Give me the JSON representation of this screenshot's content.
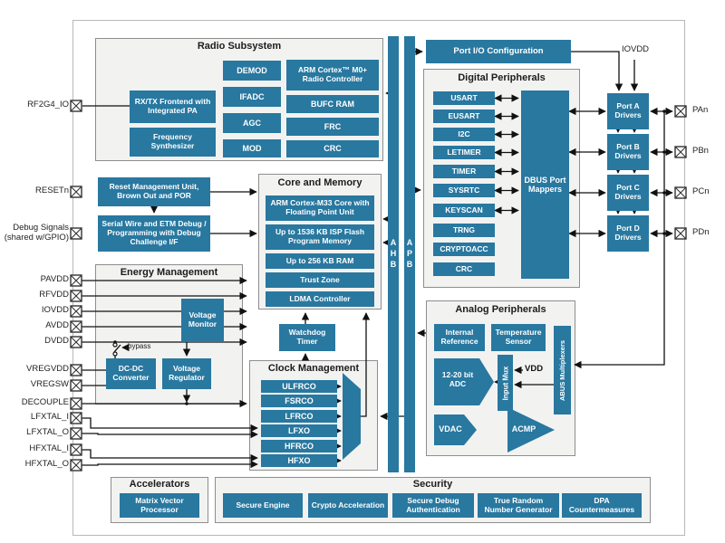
{
  "colors": {
    "accent": "#2878a0",
    "section_fill": "#f2f2f1",
    "section_border": "#8e8e8e",
    "chip_border": "#b8b8b8",
    "line": "#111111"
  },
  "radio": {
    "title": "Radio Subsystem",
    "rxtx": "RX/TX Frontend with Integrated PA",
    "freq_synth": "Frequency Synthesizer",
    "demod": "DEMOD",
    "ifadc": "IFADC",
    "agc": "AGC",
    "mod": "MOD",
    "radio_ctrl": "ARM Cortex™ M0+ Radio Controller",
    "bufc": "BUFC RAM",
    "frc": "FRC",
    "crc": "CRC"
  },
  "reset": {
    "rmu": "Reset Management Unit, Brown Out and POR",
    "debug": "Serial Wire and ETM Debug / Programming with Debug Challenge I/F"
  },
  "core": {
    "title": "Core and Memory",
    "cpu": "ARM Cortex-M33 Core with Floating Point Unit",
    "flash": "Up to 1536 KB ISP Flash Program Memory",
    "ram": "Up to 256 KB RAM",
    "trustzone": "Trust Zone",
    "ldma": "LDMA Controller"
  },
  "energy": {
    "title": "Energy Management",
    "voltage_monitor": "Voltage Monitor",
    "dcdc": "DC-DC Converter",
    "voltage_regulator": "Voltage Regulator",
    "bypass": "bypass"
  },
  "clock": {
    "title": "Clock Management",
    "watchdog": "Watchdog Timer",
    "oscillators": [
      "ULFRCO",
      "FSRCO",
      "LFRCO",
      "LFXO",
      "HFRCO",
      "HFXO"
    ]
  },
  "buses": {
    "ahb": "AHB",
    "apb": "APB"
  },
  "port_io": {
    "config": "Port I/O Configuration",
    "iovdd": "IOVDD",
    "drivers": [
      "Port A Drivers",
      "Port B Drivers",
      "Port C Drivers",
      "Port D Drivers"
    ],
    "pad_labels": [
      "PAn",
      "PBn",
      "PCn",
      "PDn"
    ]
  },
  "digital": {
    "title": "Digital Peripherals",
    "dbus": "DBUS Port Mappers",
    "peripherals": [
      "USART",
      "EUSART",
      "I2C",
      "LETIMER",
      "TIMER",
      "SYSRTC",
      "KEYSCAN",
      "TRNG",
      "CRYPTOACC",
      "CRC"
    ]
  },
  "analog": {
    "title": "Analog Peripherals",
    "internal_reference": "Internal Reference",
    "temperature_sensor": "Temperature Sensor",
    "adc": "12-20 bit ADC",
    "input_mux": "Input Mux",
    "vdd": "VDD",
    "vdac": "VDAC",
    "acmp": "ACMP",
    "abus": "ABUS Multiplexers"
  },
  "security": {
    "title": "Security",
    "blocks": [
      "Secure Engine",
      "Crypto Acceleration",
      "Secure Debug Authentication",
      "True Random Number Generator",
      "DPA Countermeasures"
    ]
  },
  "accelerators": {
    "title": "Accelerators",
    "block": "Matrix Vector Processor"
  },
  "pins": {
    "left": [
      "RF2G4_IO",
      "RESETn",
      "Debug Signals (shared w/GPIO)",
      "PAVDD",
      "RFVDD",
      "IOVDD",
      "AVDD",
      "DVDD",
      "VREGVDD",
      "VREGSW",
      "DECOUPLE",
      "LFXTAL_I",
      "LFXTAL_O",
      "HFXTAL_I",
      "HFXTAL_O"
    ]
  }
}
